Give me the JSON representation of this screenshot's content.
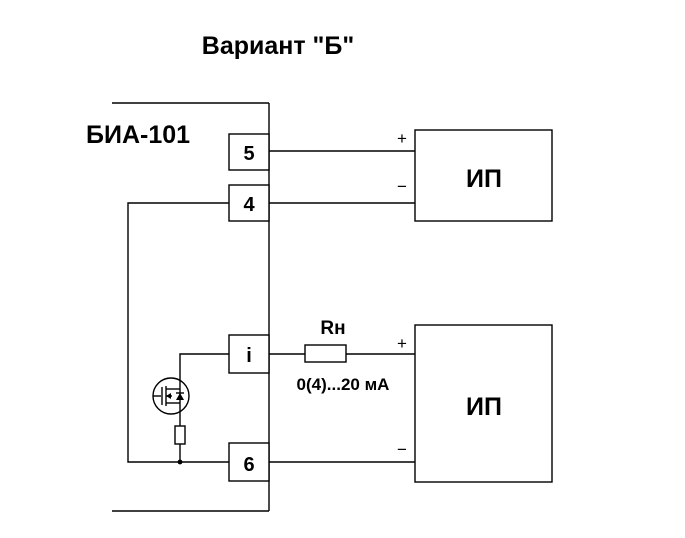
{
  "title": "Вариант \"Б\"",
  "device": {
    "label": "БИА-101",
    "terminals": [
      "5",
      "4",
      "i",
      "6"
    ]
  },
  "power_supplies": [
    {
      "label": "ИП",
      "plus": "+",
      "minus": "−"
    },
    {
      "label": "ИП",
      "plus": "+",
      "minus": "−"
    }
  ],
  "resistor": {
    "label": "Rн"
  },
  "current_range": "0(4)...20 мА"
}
